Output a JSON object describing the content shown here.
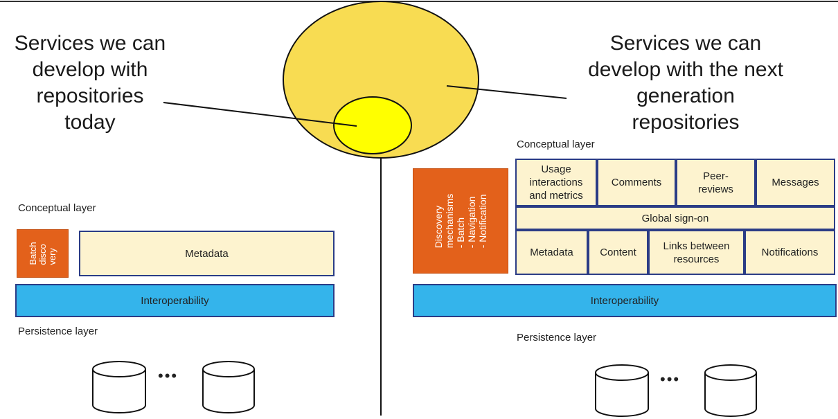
{
  "left": {
    "heading": [
      "Services we can",
      "develop with",
      "repositories",
      "today"
    ],
    "conceptual_label": "Conceptual layer",
    "batch_lines": [
      "Batch",
      "disco",
      "very"
    ],
    "metadata": "Metadata",
    "interoperability": "Interoperability",
    "persistence_label": "Persistence layer",
    "ellipsis": "•••"
  },
  "right": {
    "heading": [
      "Services we can",
      "develop with the next",
      "generation",
      "repositories"
    ],
    "conceptual_label": "Conceptual layer",
    "discovery_lines": [
      "Discovery",
      "mechanisms",
      "-   Batch",
      "-   Navigation",
      "-   Notification"
    ],
    "row1": [
      "Usage interactions and metrics",
      "Comments",
      "Peer-reviews",
      "Messages"
    ],
    "usage_lines": [
      "Usage",
      "interactions",
      "and metrics"
    ],
    "peer_lines": [
      "Peer-",
      "reviews"
    ],
    "global_signon": "Global sign-on",
    "row3": [
      "Metadata",
      "Content",
      "Links between resources",
      "Notifications"
    ],
    "links_lines": [
      "Links between",
      "resources"
    ],
    "interoperability": "Interoperability",
    "persistence_label": "Persistence layer",
    "ellipsis": "•••"
  },
  "colors": {
    "outer_circle": "#f8dc52",
    "inner_circle": "#ffff00",
    "cream": "#fdf3cf",
    "orange": "#e3611b",
    "blue": "#34b4eb",
    "border": "#2b3c86"
  }
}
